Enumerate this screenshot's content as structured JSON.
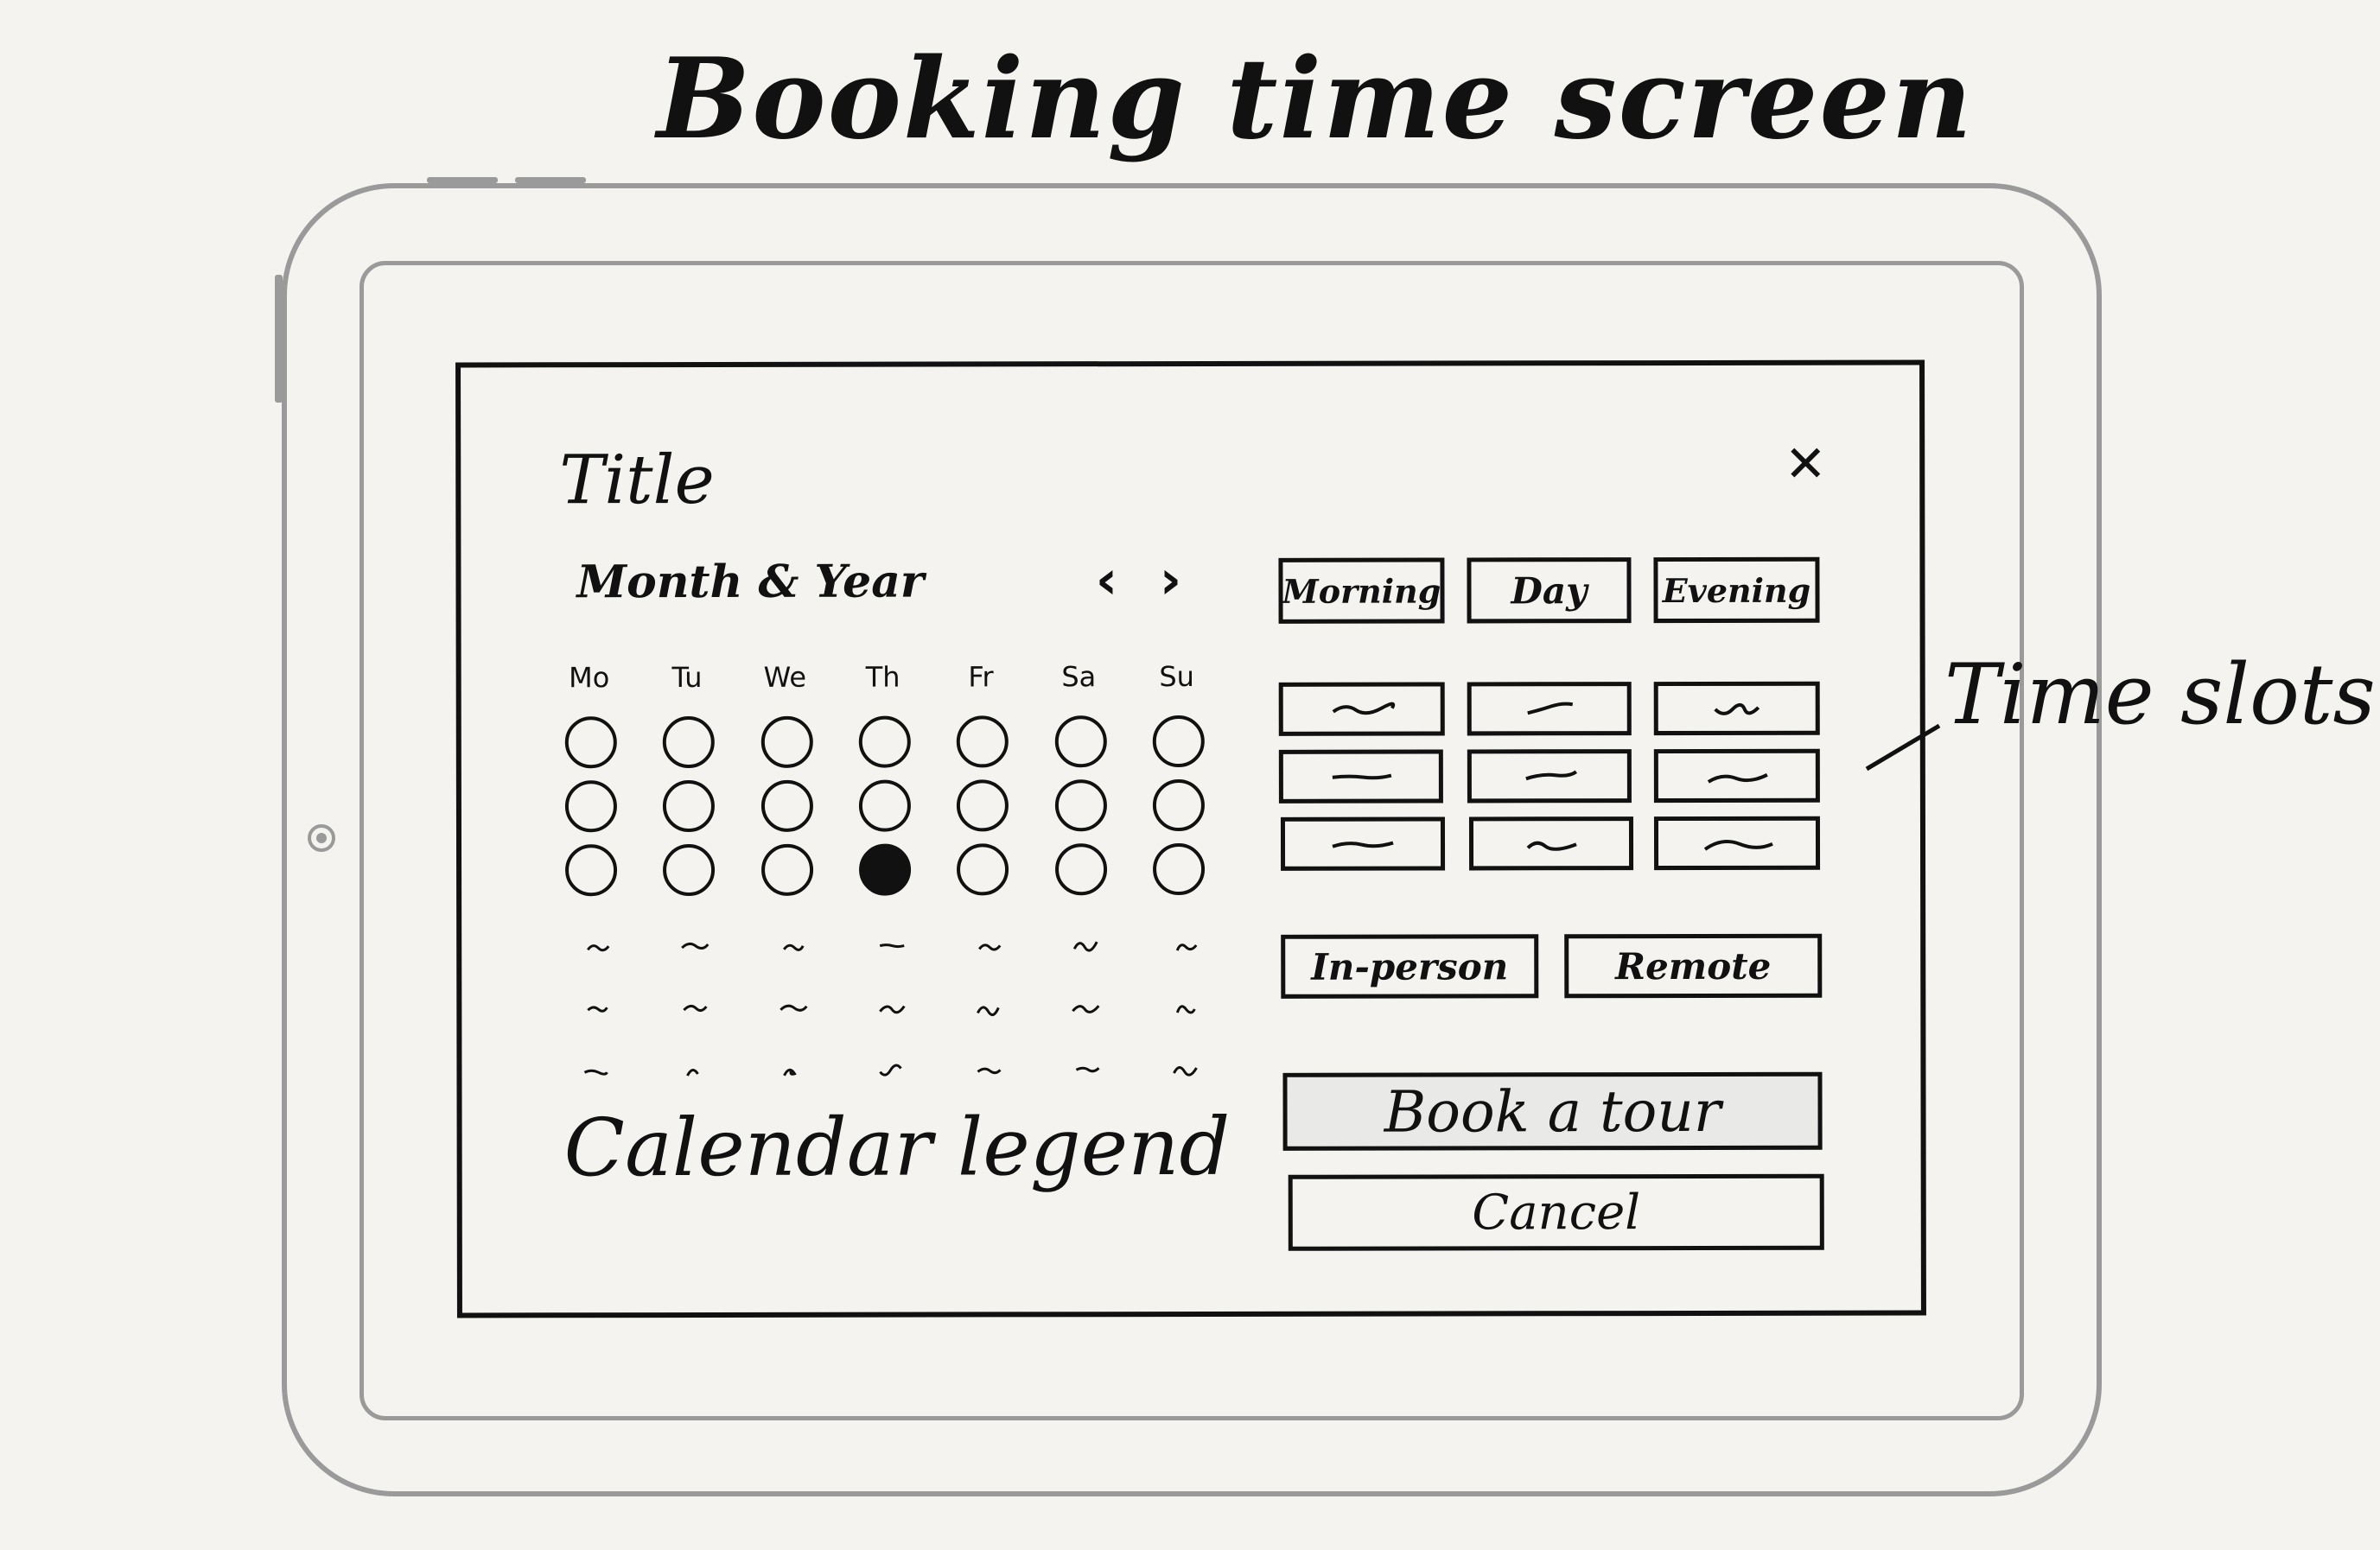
{
  "sheet_title": "Booking time screen",
  "dialog": {
    "title": "Title",
    "close_icon": "close-icon"
  },
  "calendar": {
    "month_year": "Month & Year",
    "prev_icon": "chevron-left-icon",
    "next_icon": "chevron-right-icon",
    "weekdays": [
      "Mo",
      "Tu",
      "We",
      "Th",
      "Fr",
      "Sa",
      "Su"
    ],
    "selected_day": {
      "row": 3,
      "column": "Th"
    },
    "legend": "Calendar legend"
  },
  "period_tabs": [
    "Morning",
    "Day",
    "Evening"
  ],
  "time_slots_label": "Time slots",
  "meeting_types": [
    "In-person",
    "Remote"
  ],
  "actions": {
    "primary": "Book a tour",
    "secondary": "Cancel"
  }
}
